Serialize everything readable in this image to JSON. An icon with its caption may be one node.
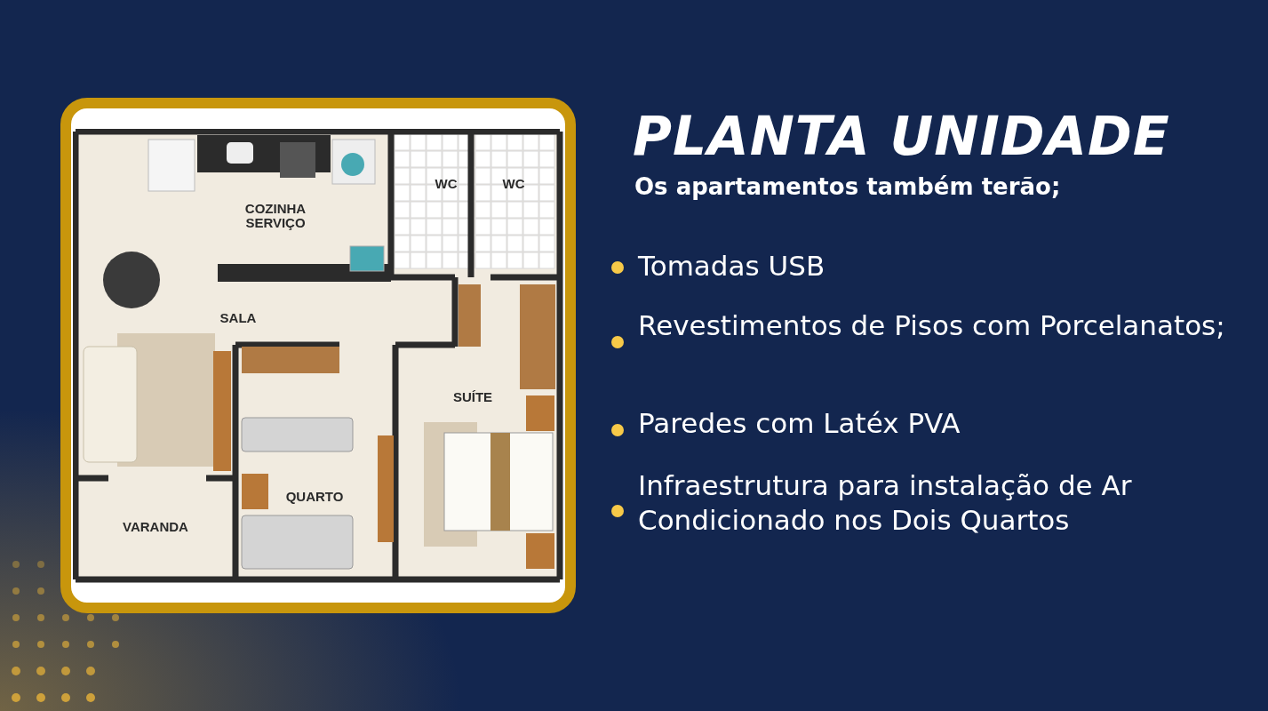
{
  "diagram": {
    "title": "PLANTA UNIDADE",
    "labels": [
      "WC",
      "WC",
      "COZINHA SERVIÇO",
      "SALA",
      "SUÍTE",
      "QUARTO",
      "VARANDA",
      "Os apartamentos também terão;",
      "Tomadas USB",
      "Revestimentos de Pisos com Porcelanatos;",
      "Paredes com Latéx PVA",
      "Infraestrutura para instalação de Ar Condicionado nos Dois Quartos"
    ]
  }
}
